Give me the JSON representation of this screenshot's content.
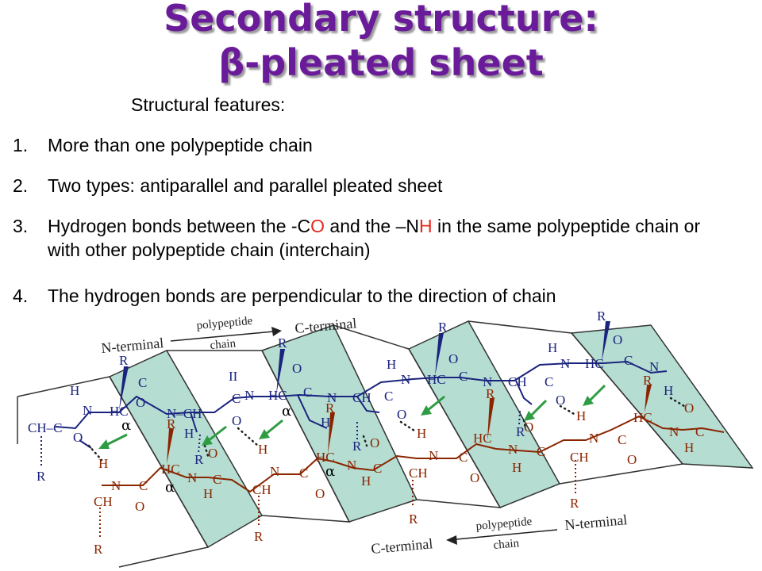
{
  "title": {
    "line1": "Secondary structure:",
    "line2_symbol": "β",
    "line2_rest": "-pleated sheet"
  },
  "subtitle": "Structural features:",
  "features": [
    {
      "num": "1.",
      "parts": [
        {
          "t": "More than one polypeptide chain"
        }
      ]
    },
    {
      "num": "2.",
      "parts": [
        {
          "t": "Two types: antiparallel and parallel pleated sheet"
        }
      ]
    },
    {
      "num": "3.",
      "parts": [
        {
          "t": "Hydrogen bonds between the -C"
        },
        {
          "t": "O",
          "color": "#e52a1d"
        },
        {
          "t": " and the –N"
        },
        {
          "t": "H",
          "color": "#e52a1d"
        },
        {
          "t": " in the same polypeptide chain or with other polypeptide chain (interchain)"
        }
      ]
    },
    {
      "num": "4.",
      "parts": [
        {
          "t": "The hydrogen bonds are perpendicular to the direction of chain"
        }
      ]
    }
  ],
  "diagram": {
    "top_arrow": {
      "label1": "polypeptide",
      "label2": "chain",
      "start": "N-terminal",
      "end": "C-terminal"
    },
    "bottom_arrow": {
      "label1": "polypeptide",
      "label2": "chain",
      "start": "N-terminal",
      "end": "C-terminal"
    },
    "alpha_symbol": "α",
    "colors": {
      "panel_fill": "#b5ddd2",
      "chain_top": "#1a237e",
      "chain_bottom": "#8b2500",
      "arrow": "#2e9c43",
      "title": "#6a1b9a"
    }
  }
}
